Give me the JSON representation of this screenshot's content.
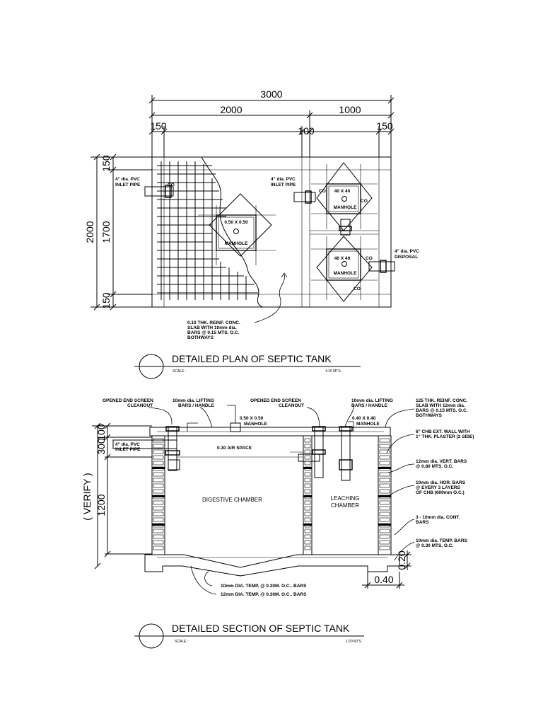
{
  "plan": {
    "dims": {
      "overall_w": "3000",
      "w_digestive": "2000",
      "w_leaching": "1000",
      "wall_left": "150",
      "wall_mid": "100",
      "wall_right": "150",
      "overall_h": "2000",
      "inner_h": "1700",
      "top_wall": "150",
      "bottom_wall": "150"
    },
    "labels": {
      "inlet_left": [
        "4\" dia. PVC",
        "INLET PIPE"
      ],
      "inlet_mid": [
        "4\" dia. PVC",
        "INLET PIPE"
      ],
      "co": "CO",
      "manhole_big_size": "0.50 X 0.50",
      "manhole": "MANHOLE",
      "manhole_small_size": "40 X 40",
      "disposal": [
        "4\" dia. PVC",
        "DISPOSAL"
      ],
      "slab_note": [
        "0.10 THK. REINF. CONC.",
        "SLAB WITH 10mm  dia.",
        "BARS @ 0.15 MTS. O.C.",
        "BOTHWAYS"
      ]
    },
    "title": "DETAILED PLAN OF SEPTIC TANK",
    "scale_label": "SCALE :",
    "scale_value": "1:20 MTS."
  },
  "section": {
    "labels": {
      "cleanout_left": [
        "OPENED END SCREEN",
        "CLEANOUT"
      ],
      "lifting_left": [
        "10mm dia. LIFTING",
        "BARS / HANDLE"
      ],
      "manhole_big": [
        "0.50 X 0.50",
        "MANHOLE"
      ],
      "cleanout_right": [
        "OPENED END SCREEN",
        "CLEANOUT"
      ],
      "lifting_right": [
        "10mm dia. LIFTING",
        "BARS / HANDLE"
      ],
      "manhole_small": [
        "0.40 X 0.40",
        "MANHOLE"
      ],
      "slab_note": [
        "125 THK. REINF. CONC.",
        "SLAB WITH 12mm  dia.",
        "BARS @ 0.15 MTS. O.C.",
        "BOTHWAYS"
      ],
      "chb_wall": [
        "6\" CHB EXT. WALL WITH",
        "1\" THK. PLASTER (2 SIDE)"
      ],
      "vert_bars": [
        "12mm dia. VERT. BARS",
        "@ 0.80 MTS. O.C."
      ],
      "hor_bars": [
        "10mm dia. HOR. BARS",
        "@ EVERY 3 LAYERS",
        "OF CHB (600mm O.C.)"
      ],
      "cont_bars": [
        "3 - 10mm dia. CONT.",
        "BARS"
      ],
      "temp_bars_right": [
        "10mm dia. TEMP. BARS",
        "@ 0.30 MTS. O.C."
      ],
      "inlet": [
        "4\" dia. PVC",
        "INLET PIPE"
      ],
      "air_space": "0.30 AIR SPACE",
      "digestive": "DIGESTIVE  CHAMBER",
      "leaching": [
        "LEACHING",
        "CHAMBER"
      ],
      "temp_bottom_1": "10mm DIA. TEMP. @ 0.30M. O.C.. BARS",
      "temp_bottom_2": "12mm DIA. TEMP. @ 0.30M. O.C.. BARS"
    },
    "dims": {
      "d100": "100",
      "d300": "300",
      "d1200": "1200",
      "verify": "( VERIFY )",
      "d020": "0.20",
      "d040": "0.40"
    },
    "title": "DETAILED SECTION OF SEPTIC TANK",
    "scale_label": "SCALE :",
    "scale_value": "1:20 MTS."
  }
}
